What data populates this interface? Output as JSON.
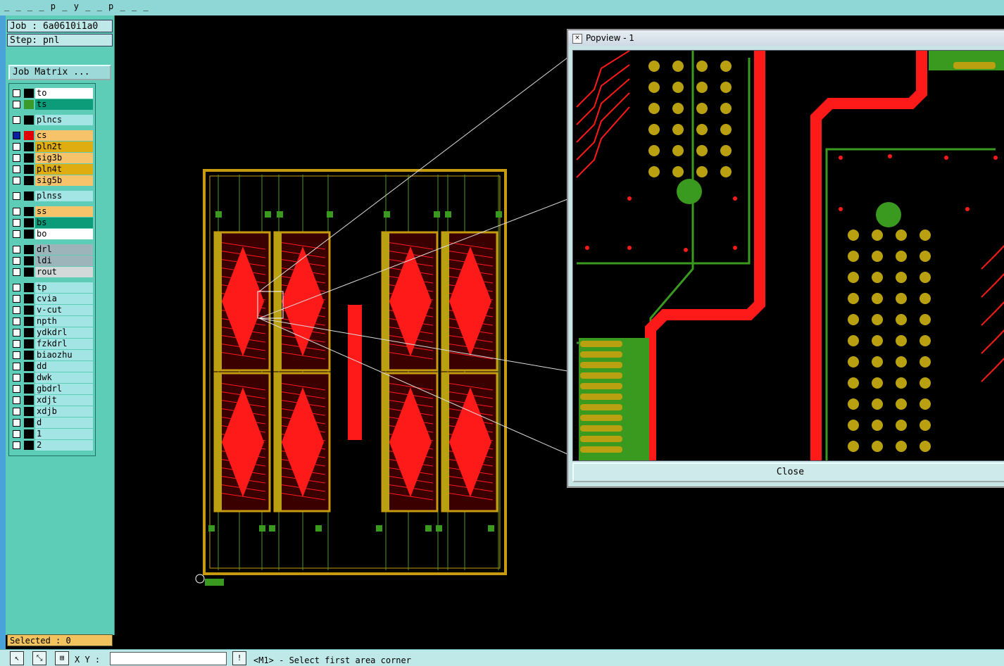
{
  "window": {
    "title": "_ _ _ _ p _ y _ _ p _ _ _"
  },
  "job": {
    "job_label": "Job : 6a0610i1a0",
    "step_label": "Step: pnl",
    "matrix_button": "Job Matrix ..."
  },
  "layers": [
    {
      "name": "to",
      "color": "#ffffff",
      "swatch": "#000000",
      "checked": false,
      "group": 0
    },
    {
      "name": "ts",
      "color": "#0c9c7a",
      "swatch": "#3a9a2a",
      "checked": false,
      "group": 0
    },
    {
      "name": "plncs",
      "color": "#a3e4e4",
      "swatch": "#000000",
      "checked": false,
      "group": 1
    },
    {
      "name": "cs",
      "color": "#f6c36a",
      "swatch": "#e00000",
      "checked": true,
      "group": 2
    },
    {
      "name": "pln2t",
      "color": "#e0ad10",
      "swatch": "#000000",
      "checked": false,
      "group": 2
    },
    {
      "name": "sig3b",
      "color": "#f6c36a",
      "swatch": "#000000",
      "checked": false,
      "group": 2
    },
    {
      "name": "pln4t",
      "color": "#e0ad10",
      "swatch": "#000000",
      "checked": false,
      "group": 2
    },
    {
      "name": "sig5b",
      "color": "#f6c36a",
      "swatch": "#000000",
      "checked": false,
      "group": 2
    },
    {
      "name": "plnss",
      "color": "#a3e4e4",
      "swatch": "#000000",
      "checked": false,
      "group": 3
    },
    {
      "name": "ss",
      "color": "#f6c36a",
      "swatch": "#000000",
      "checked": false,
      "group": 4
    },
    {
      "name": "bs",
      "color": "#0c9c7a",
      "swatch": "#000000",
      "checked": false,
      "group": 4
    },
    {
      "name": "bo",
      "color": "#ffffff",
      "swatch": "#000000",
      "checked": false,
      "group": 4
    },
    {
      "name": "drl",
      "color": "#9db4bb",
      "swatch": "#000000",
      "checked": false,
      "group": 5
    },
    {
      "name": "ldi",
      "color": "#9db4bb",
      "swatch": "#000000",
      "checked": false,
      "group": 5
    },
    {
      "name": "rout",
      "color": "#d3d8d8",
      "swatch": "#000000",
      "checked": false,
      "group": 5
    },
    {
      "name": "tp",
      "color": "#a3e4e4",
      "swatch": "#000000",
      "checked": false,
      "group": 6
    },
    {
      "name": "cvia",
      "color": "#a3e4e4",
      "swatch": "#000000",
      "checked": false,
      "group": 6
    },
    {
      "name": "v-cut",
      "color": "#a3e4e4",
      "swatch": "#000000",
      "checked": false,
      "group": 6
    },
    {
      "name": "npth",
      "color": "#a3e4e4",
      "swatch": "#000000",
      "checked": false,
      "group": 6
    },
    {
      "name": "ydkdrl",
      "color": "#a3e4e4",
      "swatch": "#000000",
      "checked": false,
      "group": 6
    },
    {
      "name": "fzkdrl",
      "color": "#a3e4e4",
      "swatch": "#000000",
      "checked": false,
      "group": 6
    },
    {
      "name": "biaozhu",
      "color": "#a3e4e4",
      "swatch": "#000000",
      "checked": false,
      "group": 6
    },
    {
      "name": "dd",
      "color": "#a3e4e4",
      "swatch": "#000000",
      "checked": false,
      "group": 6
    },
    {
      "name": "dwk",
      "color": "#a3e4e4",
      "swatch": "#000000",
      "checked": false,
      "group": 6
    },
    {
      "name": "gbdrl",
      "color": "#a3e4e4",
      "swatch": "#000000",
      "checked": false,
      "group": 6
    },
    {
      "name": "xdjt",
      "color": "#a3e4e4",
      "swatch": "#000000",
      "checked": false,
      "group": 6
    },
    {
      "name": "xdjb",
      "color": "#a3e4e4",
      "swatch": "#000000",
      "checked": false,
      "group": 6
    },
    {
      "name": "d",
      "color": "#a3e4e4",
      "swatch": "#000000",
      "checked": false,
      "group": 6
    },
    {
      "name": "1",
      "color": "#a3e4e4",
      "swatch": "#000000",
      "checked": false,
      "group": 6
    },
    {
      "name": "2",
      "color": "#a3e4e4",
      "swatch": "#000000",
      "checked": false,
      "group": 6
    }
  ],
  "status": {
    "selected": "Selected : 0",
    "xy_label": "X Y :",
    "xy_value": "",
    "prompt": "<M1> - Select first area corner"
  },
  "popview": {
    "title": "Popview - 1",
    "close_label": "Close"
  },
  "colors": {
    "panel": "#5ecdb8",
    "copper": "#ff1a1a",
    "pad": "#b8a010",
    "mask": "#3a9a20",
    "frame": "#c89a10"
  }
}
